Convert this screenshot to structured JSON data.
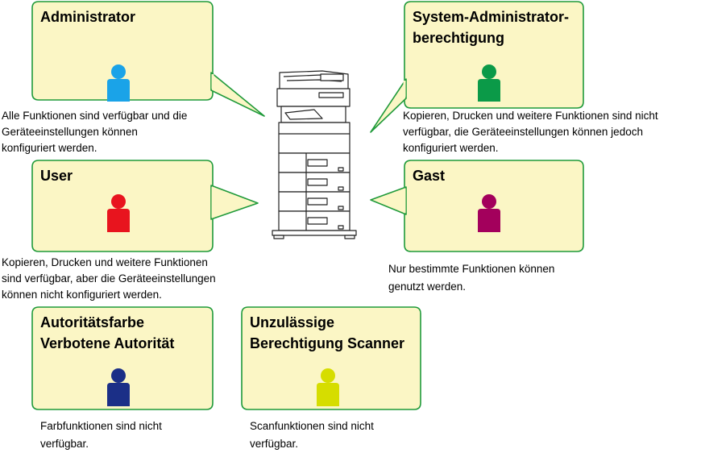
{
  "roles": [
    {
      "id": "administrator",
      "title_lines": [
        "Administrator"
      ],
      "desc_lines": [
        "Alle Funktionen sind verfügbar und die",
        "Geräteeinstellungen können",
        "konfiguriert werden."
      ],
      "person_color": "#1aa3e8",
      "person_icon": "person-icon"
    },
    {
      "id": "system-administrator",
      "title_lines": [
        "System-Administrator-",
        "berechtigung"
      ],
      "desc_lines": [
        "Kopieren, Drucken und weitere Funktionen sind nicht",
        "verfügbar, die Geräteeinstellungen können jedoch",
        "konfiguriert werden."
      ],
      "person_color": "#0b9a48",
      "person_icon": "person-icon"
    },
    {
      "id": "user",
      "title_lines": [
        "User"
      ],
      "desc_lines": [
        "Kopieren, Drucken und weitere Funktionen",
        "sind verfügbar, aber die Geräteeinstellungen",
        "können nicht konfiguriert werden."
      ],
      "person_color": "#e8141e",
      "person_icon": "person-icon"
    },
    {
      "id": "gast",
      "title_lines": [
        "Gast"
      ],
      "desc_lines": [
        "Nur bestimmte Funktionen können",
        "genutzt werden."
      ],
      "person_color": "#a3005c",
      "person_icon": "person-icon"
    },
    {
      "id": "farbe",
      "title_lines": [
        "Autoritätsfarbe",
        "Verbotene Autorität"
      ],
      "desc_lines": [
        "Farbfunktionen sind nicht",
        "verfügbar."
      ],
      "person_color": "#1b2f87",
      "person_icon": "person-icon"
    },
    {
      "id": "scanner",
      "title_lines": [
        "Unzulässige",
        "Berechtigung Scanner"
      ],
      "desc_lines": [
        "Scanfunktionen sind nicht",
        "verfügbar."
      ],
      "person_color": "#d6dd00",
      "person_icon": "person-icon"
    }
  ],
  "center_device": {
    "icon": "printer-icon"
  },
  "colors": {
    "card_fill": "#fbf6c5",
    "card_border": "#1f9a3a"
  }
}
